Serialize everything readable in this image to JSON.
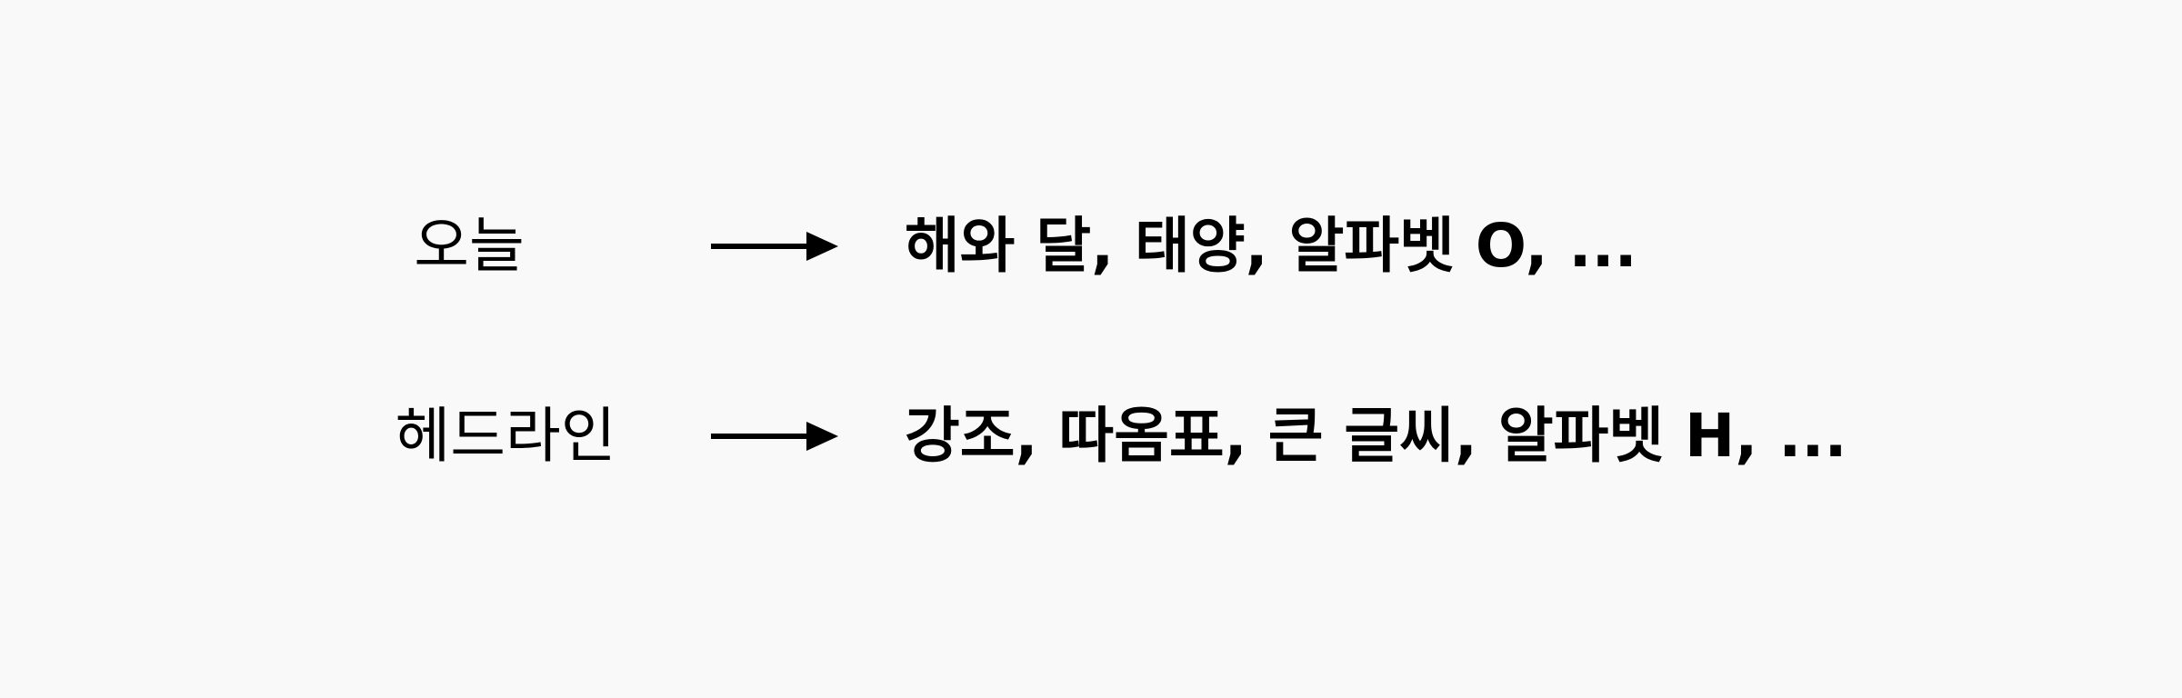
{
  "rows": [
    {
      "word": "오늘",
      "meanings": "해와 달, 태양, 알파벳 O, ..."
    },
    {
      "word": "헤드라인",
      "meanings": "강조, 따옴표, 큰 글씨, 알파벳 H, ..."
    }
  ],
  "colors": {
    "background": "#f9f9f9",
    "text": "#000000",
    "arrow": "#000000"
  },
  "icons": {
    "arrow": "right-arrow-icon"
  }
}
